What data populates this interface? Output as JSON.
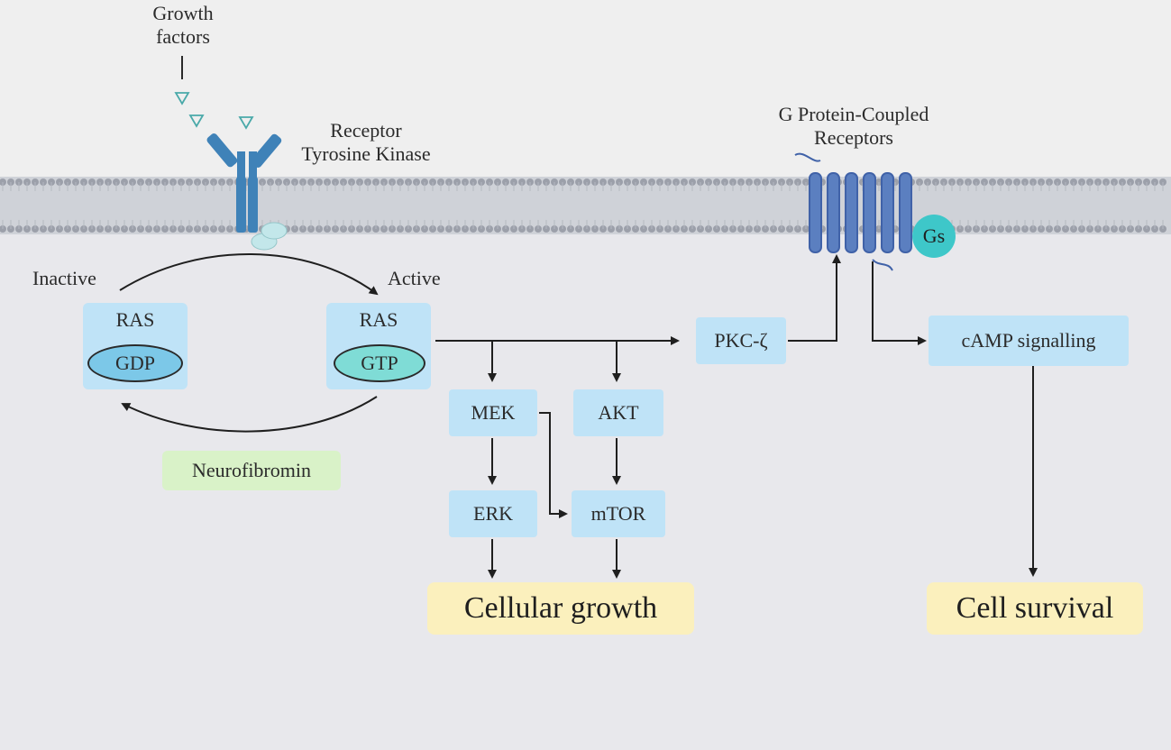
{
  "labels": {
    "growth_factors": [
      "Growth",
      "factors"
    ],
    "receptor_tk": [
      "Receptor",
      "Tyrosine Kinase"
    ],
    "gpcr": [
      "G Protein-Coupled",
      "Receptors"
    ],
    "inactive": "Inactive",
    "active": "Active"
  },
  "ras_inactive": {
    "title": "RAS",
    "nucleotide": "GDP"
  },
  "ras_active": {
    "title": "RAS",
    "nucleotide": "GTP"
  },
  "nodes": {
    "pkc": "PKC-ζ",
    "camp": "cAMP signalling",
    "mek": "MEK",
    "akt": "AKT",
    "erk": "ERK",
    "mtor": "mTOR",
    "gs": "Gs",
    "neurofibromin": "Neurofibromin"
  },
  "outcomes": {
    "growth": "Cellular growth",
    "survival": "Cell survival"
  },
  "colors": {
    "membrane": "#c9ccd2",
    "lipid_head": "#9ca0aa",
    "receptor": "#3f82b8",
    "gpcr": "#5b7fc0",
    "gs": "#3ec7c9",
    "node_bg": "#bfe3f7",
    "oval_gdp": "#7cc8e8",
    "oval_gtp": "#7fdcd6",
    "neurofibromin_bg": "#d9f2c8",
    "outcome_bg": "#fbf0bd"
  }
}
